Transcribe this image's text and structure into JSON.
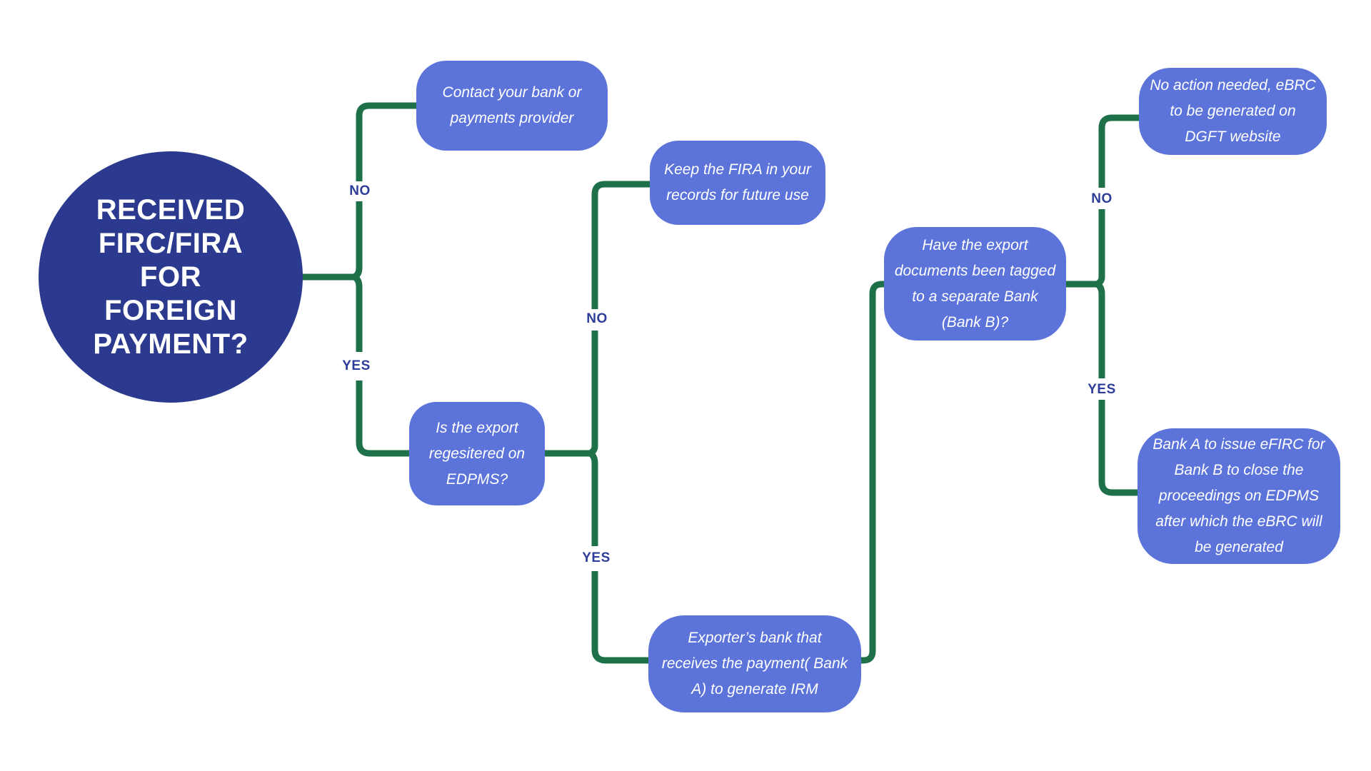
{
  "colors": {
    "background": "#ffffff",
    "node_fill": "#5c74d9",
    "root_fill": "#2b3a8e",
    "node_text": "#ffffff",
    "connector": "#1e7048",
    "edge_label_text": "#2d3d99"
  },
  "root": {
    "lines": [
      "RECEIVED",
      "FIRC/FIRA",
      "FOR",
      "FOREIGN",
      "PAYMENT?"
    ]
  },
  "nodes": {
    "contact_bank": {
      "lines": [
        "Contact your bank or",
        "payments provider"
      ]
    },
    "export_registered": {
      "lines": [
        "Is the export",
        "regesitered on",
        "EDPMS?"
      ]
    },
    "keep_fira": {
      "lines": [
        "Keep the FIRA in your",
        "records for future use"
      ]
    },
    "exporter_bank": {
      "lines": [
        "Exporter’s bank that",
        "receives the payment( Bank",
        "A) to generate IRM"
      ]
    },
    "docs_tagged": {
      "lines": [
        "Have the export",
        "documents been tagged",
        "to a separate Bank",
        "(Bank B)?"
      ]
    },
    "no_action": {
      "lines": [
        "No action needed, eBRC",
        "to be generated on",
        "DGFT website"
      ]
    },
    "bank_a_efirc": {
      "lines": [
        "Bank A to issue eFIRC for",
        "Bank B to close the",
        "proceedings on EDPMS",
        "after which the eBRC will",
        "be generated"
      ]
    }
  },
  "edge_labels": {
    "root_no": "NO",
    "root_yes": "YES",
    "edpms_no": "NO",
    "edpms_yes": "YES",
    "tagged_no": "NO",
    "tagged_yes": "YES"
  }
}
